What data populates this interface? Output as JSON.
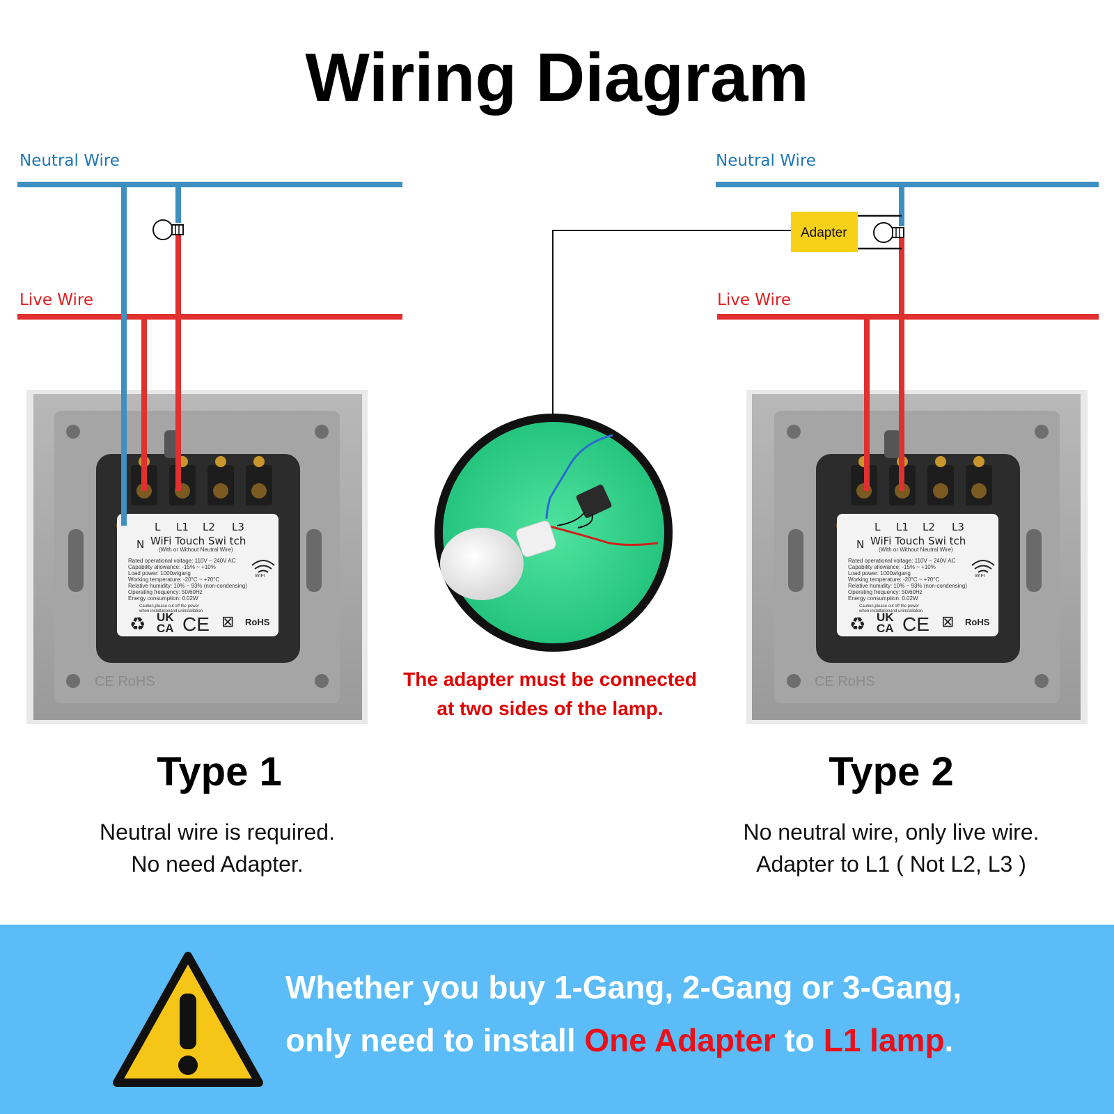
{
  "title": "Wiring Diagram",
  "left": {
    "neutral_label": "Neutral Wire",
    "live_label": "Live Wire",
    "type_title": "Type 1",
    "desc_line1": "Neutral wire is required.",
    "desc_line2": "No need Adapter."
  },
  "right": {
    "neutral_label": "Neutral Wire",
    "live_label": "Live Wire",
    "adapter_label": "Adapter",
    "type_title": "Type 2",
    "desc_line1": "No neutral wire, only live wire.",
    "desc_line2": "Adapter to L1 ( Not L2, L3 )"
  },
  "switch_label": {
    "terminals": [
      "L",
      "L1",
      "L2",
      "L3"
    ],
    "n_terminal": "N",
    "product": "WiFi Touch Swi tch",
    "subtitle": "(With or Without Neutral Wire)",
    "specs": [
      "Rated operational voltage: 110V ~ 240V AC",
      "Capability allowance: -15% ~ +10%",
      "Load power: 1000w/gang",
      "Working temperature: -20°C ~ +70°C",
      "Relative humidity: 10% ~ 93% (non-condensing)",
      "Operating frequency: 50/60Hz",
      "Energy consumption: 0.02W"
    ],
    "caution": "Caution,please cut off the power",
    "caution2": "when installationand uninstallation",
    "wifi": "WIFI",
    "ukca_top": "UK",
    "ukca_bottom": "CA",
    "ce": "CE",
    "rohs": "RoHS",
    "plate_marks": "CE RoHS"
  },
  "adapter_note": {
    "line1": "The adapter must be connected",
    "line2": "at two sides of the lamp."
  },
  "banner": {
    "line1": "Whether you buy 1-Gang, 2-Gang or 3-Gang,",
    "line2_a": "only need to install ",
    "line2_b": "One Adapter",
    "line2_c": " to ",
    "line2_d": "L1 lamp",
    "line2_e": "."
  },
  "colors": {
    "neutral": "#3f8fc0",
    "live": "#e03030",
    "adapter": "#f7d117",
    "banner": "#5bbcf7",
    "warning": "#f5c518",
    "photo_bg": "#2fd38a"
  }
}
